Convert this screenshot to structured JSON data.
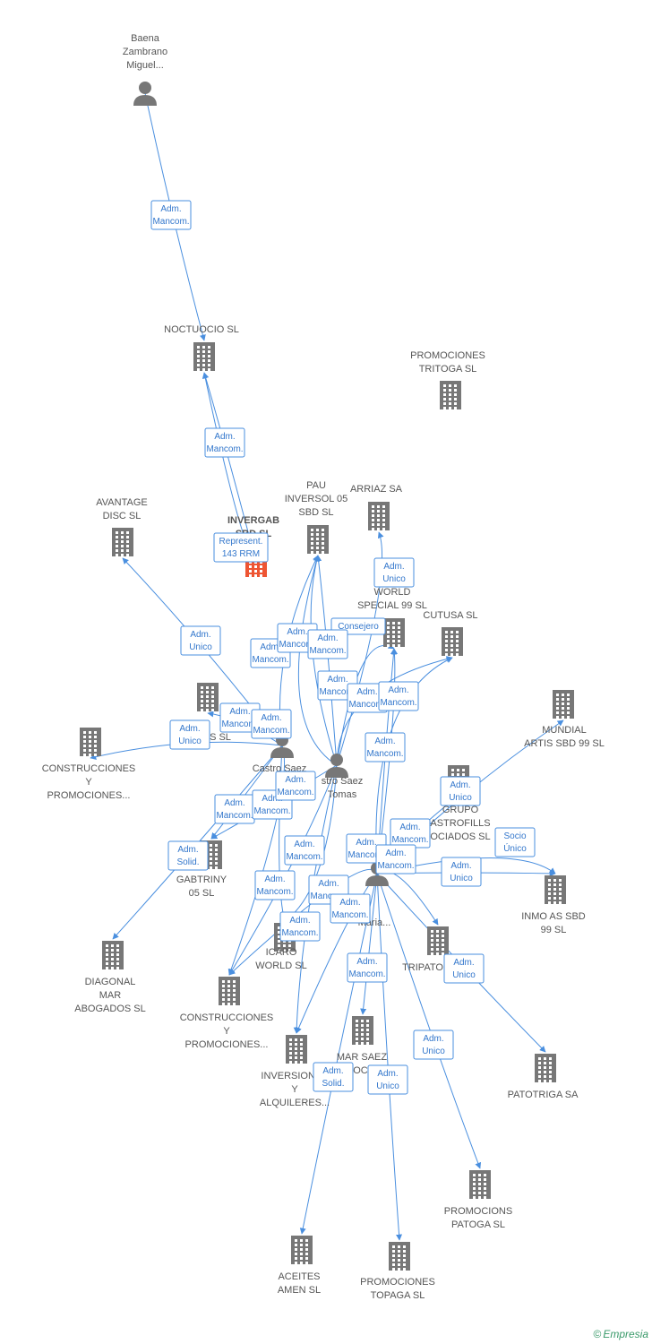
{
  "colors": {
    "edge": "#4a8fdf",
    "icon": "#777777",
    "focus": "#ee5533",
    "brand": "#3a9a6a"
  },
  "footer": {
    "symbol": "©",
    "brand": "Empresia"
  },
  "nodes": [
    {
      "id": "baena",
      "type": "person",
      "label": [
        "Baena",
        "Zambrano",
        "Miguel..."
      ]
    },
    {
      "id": "noctuocio",
      "type": "company",
      "label": [
        "NOCTUOCIO SL"
      ]
    },
    {
      "id": "tritoga",
      "type": "company",
      "label": [
        "PROMOCIONES",
        "TRITOGA SL"
      ]
    },
    {
      "id": "avantage",
      "type": "company",
      "label": [
        "AVANTAGE",
        "DISC SL"
      ]
    },
    {
      "id": "invergab",
      "type": "focus",
      "label": [
        "INVERGAB",
        "SBD SL"
      ]
    },
    {
      "id": "pau",
      "type": "company",
      "label": [
        "PAU",
        "INVERSOL 05",
        "SBD SL"
      ]
    },
    {
      "id": "arriaz",
      "type": "company",
      "label": [
        "ARRIAZ SA"
      ]
    },
    {
      "id": "world99",
      "type": "company",
      "label": [
        "WORLD",
        "SPECIAL 99 SL"
      ]
    },
    {
      "id": "cutusa",
      "type": "company",
      "label": [
        "CUTUSA SL"
      ]
    },
    {
      "id": "mundial",
      "type": "company",
      "label": [
        "MUNDIAL",
        "ARTIS SBD 99 SL"
      ]
    },
    {
      "id": "ss",
      "type": "company",
      "label": [
        "S SL"
      ]
    },
    {
      "id": "construcciones1",
      "type": "company",
      "label": [
        "CONSTRUCCIONES",
        "Y",
        "PROMOCIONES..."
      ]
    },
    {
      "id": "castro1",
      "type": "person",
      "label": [
        "Castro Saez",
        ""
      ]
    },
    {
      "id": "castro2",
      "type": "person",
      "label": [
        "stro Saez",
        "Tomas"
      ]
    },
    {
      "id": "grupo",
      "type": "company",
      "label": [
        "GRUPO",
        "ASTROFILLS",
        "OCIADOS SL"
      ]
    },
    {
      "id": "gabtriny",
      "type": "company",
      "label": [
        "GABTRINY",
        "05 SL"
      ]
    },
    {
      "id": "castro3",
      "type": "person",
      "label": [
        "Maria..."
      ]
    },
    {
      "id": "inmo",
      "type": "company",
      "label": [
        "INMO AS SBD",
        "99 SL"
      ]
    },
    {
      "id": "diagonal",
      "type": "company",
      "label": [
        "DIAGONAL",
        "MAR",
        "ABOGADOS SL"
      ]
    },
    {
      "id": "icaro",
      "type": "company",
      "label": [
        "ICARO",
        "WORLD SL"
      ]
    },
    {
      "id": "tripato",
      "type": "company",
      "label": [
        "TRIPATO"
      ]
    },
    {
      "id": "construcciones2",
      "type": "company",
      "label": [
        "CONSTRUCCIONES",
        "Y",
        "PROMOCIONES..."
      ]
    },
    {
      "id": "marsaez",
      "type": "company",
      "label": [
        "MAR SAEZ",
        "OCI"
      ]
    },
    {
      "id": "patotriga",
      "type": "company",
      "label": [
        "PATOTRIGA SA"
      ]
    },
    {
      "id": "inversiones",
      "type": "company",
      "label": [
        "INVERSIONES",
        "Y",
        "ALQUILERES..."
      ]
    },
    {
      "id": "patoga",
      "type": "company",
      "label": [
        "PROMOCIONS",
        "PATOGA SL"
      ]
    },
    {
      "id": "aceites",
      "type": "company",
      "label": [
        "ACEITES",
        "AMEN SL"
      ]
    },
    {
      "id": "topaga",
      "type": "company",
      "label": [
        "PROMOCIONES",
        "TOPAGA SL"
      ]
    }
  ],
  "edges": [
    {
      "lines": [
        "Adm.",
        "Mancom."
      ]
    },
    {
      "lines": [
        "Adm.",
        "Mancom."
      ]
    },
    {
      "lines": [
        "Represent.",
        "143 RRM"
      ]
    },
    {
      "lines": [
        "Adm.",
        "Unico"
      ]
    },
    {
      "lines": [
        "Adm.",
        "Unico"
      ]
    },
    {
      "lines": [
        "Adm.",
        "Unico"
      ]
    },
    {
      "lines": [
        "Adm.",
        "Mancom."
      ]
    },
    {
      "lines": [
        "Adm.",
        "Mancom."
      ]
    },
    {
      "lines": [
        "Consejero"
      ]
    },
    {
      "lines": [
        "Adm.",
        "Mancom."
      ]
    },
    {
      "lines": [
        "Adm.",
        "Mancom."
      ]
    },
    {
      "lines": [
        "Adm.",
        "Mancom."
      ]
    },
    {
      "lines": [
        "Adm.",
        "Mancom."
      ]
    },
    {
      "lines": [
        "Adm.",
        "Mancom."
      ]
    },
    {
      "lines": [
        "Adm.",
        "Unico"
      ]
    },
    {
      "lines": [
        "Socio",
        "Único"
      ]
    },
    {
      "lines": [
        "Adm.",
        "Mancom."
      ]
    },
    {
      "lines": [
        "Adm.",
        "Mancom."
      ]
    },
    {
      "lines": [
        "Adm.",
        "Solid."
      ]
    },
    {
      "lines": [
        "Adm.",
        "Mancom."
      ]
    },
    {
      "lines": [
        "Adm.",
        "Mancom."
      ]
    },
    {
      "lines": [
        "Adm.",
        "Mancom."
      ]
    },
    {
      "lines": [
        "Adm.",
        "Mancom."
      ]
    },
    {
      "lines": [
        "Adm.",
        "Unico"
      ]
    },
    {
      "lines": [
        "Adm.",
        "Mancom."
      ]
    },
    {
      "lines": [
        "Adm.",
        "Mancom."
      ]
    },
    {
      "lines": [
        "Adm.",
        "Mancom."
      ]
    },
    {
      "lines": [
        "Adm.",
        "Mancom."
      ]
    },
    {
      "lines": [
        "Adm.",
        "Mancom."
      ]
    },
    {
      "lines": [
        "Adm.",
        "Mancom."
      ]
    },
    {
      "lines": [
        "Adm.",
        "Unico"
      ]
    },
    {
      "lines": [
        "Adm.",
        "Mancom."
      ]
    },
    {
      "lines": [
        "Adm.",
        "Mancom."
      ]
    },
    {
      "lines": [
        "Adm.",
        "Unico"
      ]
    },
    {
      "lines": [
        "Adm.",
        "Solid."
      ]
    },
    {
      "lines": [
        "Adm.",
        "Unico"
      ]
    }
  ]
}
